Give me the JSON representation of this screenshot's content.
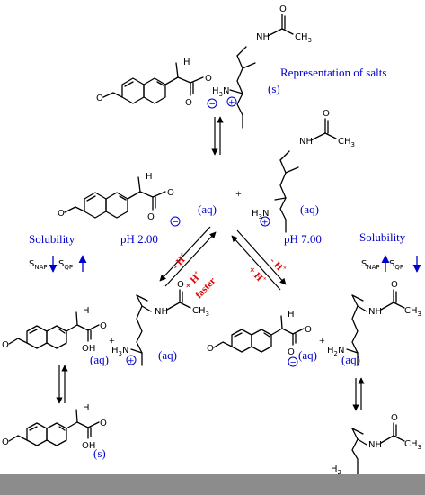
{
  "labels": {
    "representation": "Representation of salts",
    "solid": "(s)",
    "aqueous": "(aq)",
    "solubility": "Solubility",
    "ph_low": "pH 2.00",
    "ph_high": "pH 7.00",
    "plus": "+",
    "minus_h": "- H",
    "plus_h": "+ H",
    "faster": "faster",
    "s_nap": "S",
    "s_nap_sub": "NAP",
    "s_qp": "S",
    "s_qp_sub": "QP",
    "plus_sup": "+"
  },
  "atoms": {
    "nh": "NH",
    "o": "O",
    "oh": "OH",
    "ch3": "CH",
    "three": "3",
    "h": "H",
    "h3n": "H",
    "h3n_sub": "3",
    "n": "N",
    "h2n": "H",
    "h2n_sub": "2",
    "n_full": "N",
    "charge_minus": "−",
    "charge_plus": "+"
  },
  "colors": {
    "label": "#0000cc",
    "arrow_label": "#e00000",
    "footer": "#8c8c8c"
  }
}
